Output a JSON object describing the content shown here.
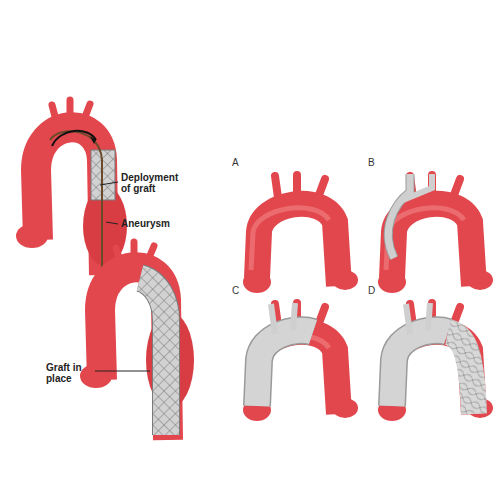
{
  "diagram": {
    "labels": [
      "Deployment of graft",
      "Aneurysm",
      "Graft in place",
      "A",
      "B",
      "C",
      "D"
    ]
  }
}
